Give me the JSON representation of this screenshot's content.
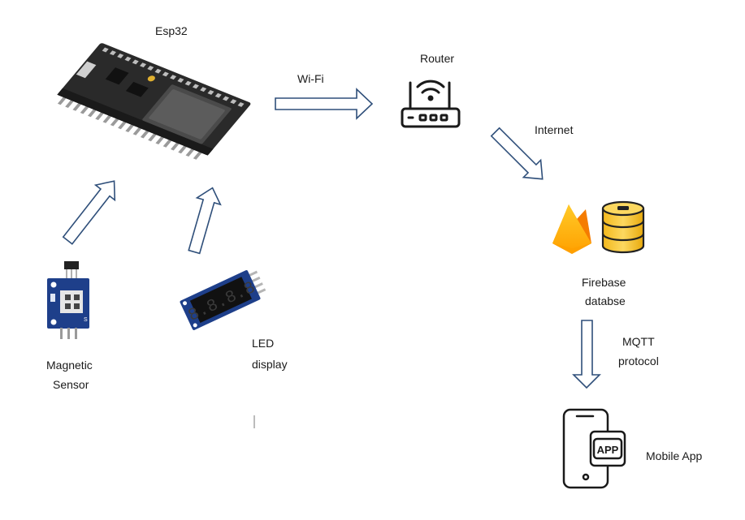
{
  "labels": {
    "esp32": "Esp32",
    "wifi": "Wi-Fi",
    "router": "Router",
    "internet": "Internet",
    "firebase_line1": "Firebase",
    "firebase_line2": "databse",
    "mqtt_line1": "MQTT",
    "mqtt_line2": "protocol",
    "mobile_app": "Mobile App",
    "magnetic_line1": "Magnetic",
    "magnetic_line2": "Sensor",
    "led_line1": "LED",
    "led_line2": "display"
  },
  "app_badge_text": "APP",
  "led_digits": "8.8.8.8",
  "sensor_pin_label": "S",
  "icons": [
    "esp32-board-icon",
    "wifi-router-icon",
    "firebase-flame-icon",
    "database-icon",
    "mobile-app-icon",
    "magnetic-sensor-icon",
    "led-display-icon"
  ],
  "colors": {
    "arrow_outline": "#2f4f7a",
    "firebase_yellow": "#ffca28",
    "firebase_orange": "#f57c00",
    "database_gold": "#f6c83a",
    "board_black": "#2a2a2a",
    "module_blue": "#1e3f8a"
  }
}
